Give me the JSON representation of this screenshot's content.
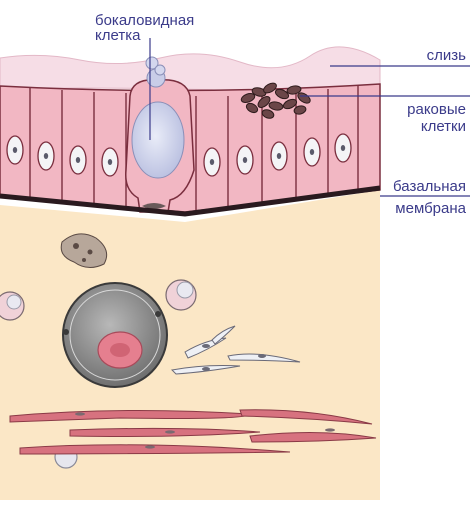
{
  "labels": {
    "goblet_cell_line1": "бокаловидная",
    "goblet_cell_line2": "клетка",
    "mucus": "слизь",
    "cancer_cells_line1": "раковые",
    "cancer_cells_line2": "клетки",
    "basal_membrane_line1": "базальная",
    "basal_membrane_line2": "мембрана"
  },
  "colors": {
    "label_text": "#3b3b8a",
    "leader_line": "#3b3b8a",
    "mucus_layer": "#f6dde6",
    "epithelial_cell": "#f2b7c3",
    "cell_border": "#7a2e3e",
    "nucleus": "#f4f4f6",
    "basal_membrane": "#2a1a1f",
    "connective_tissue": "#fbe7c6",
    "blood_vessel": "#9a9a9a",
    "red_blood_cell": "#e57f8f",
    "muscle_fiber": "#d7727f"
  }
}
